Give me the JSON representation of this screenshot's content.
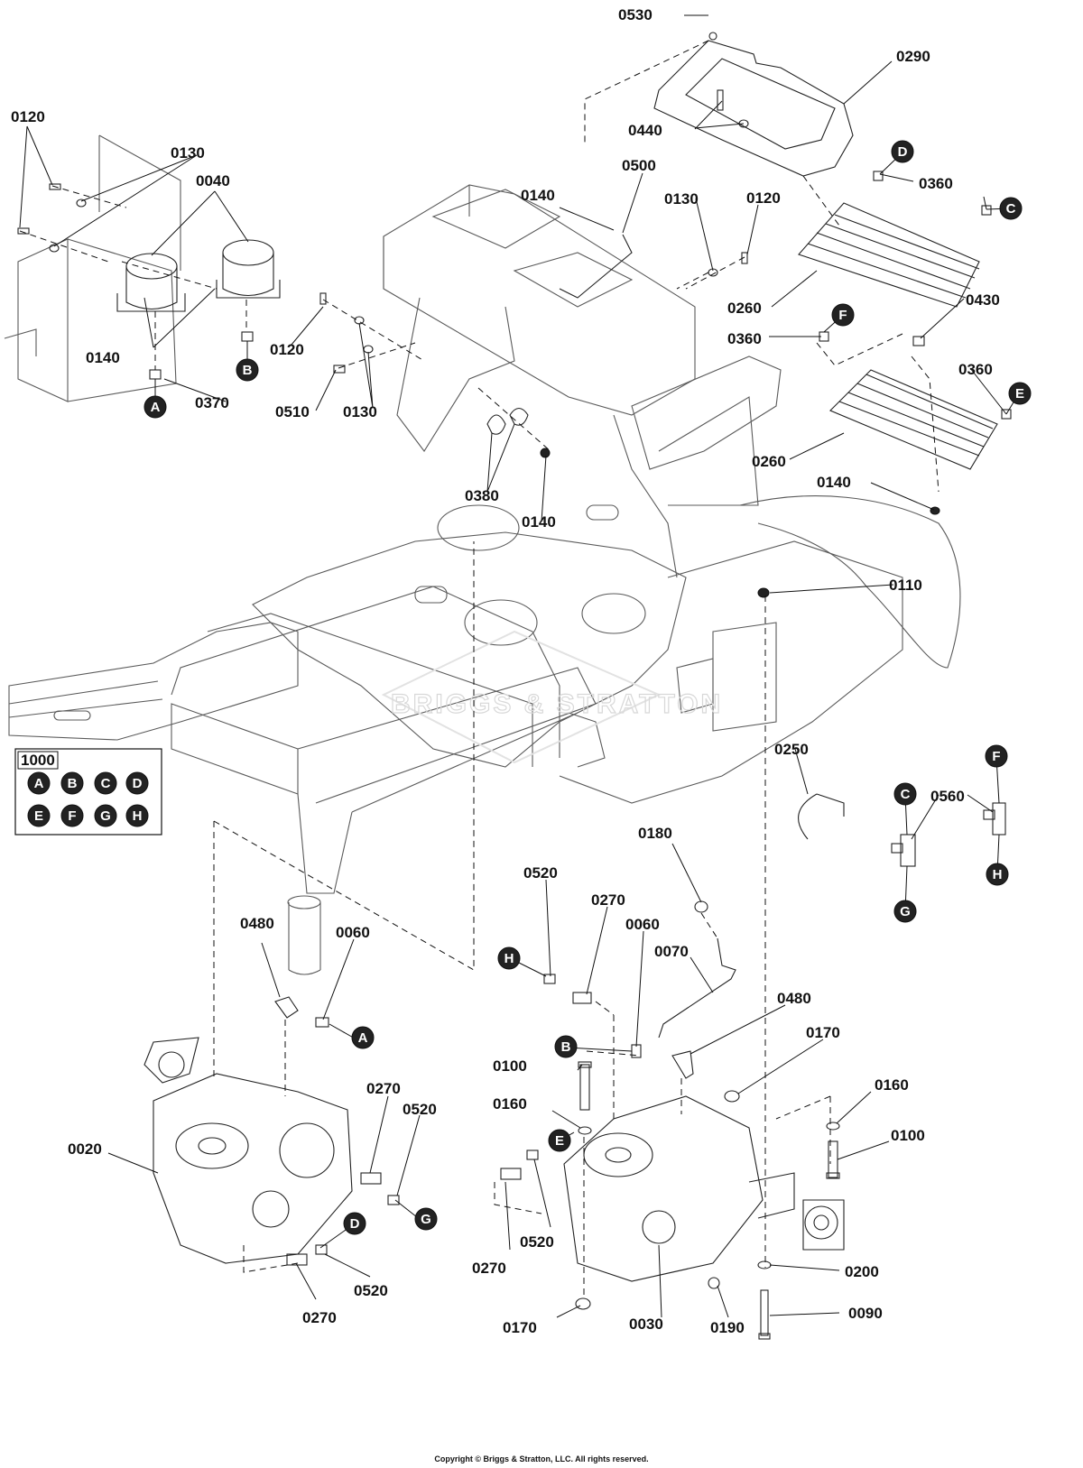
{
  "diagram": {
    "part_labels": [
      "0530",
      "0290",
      "0440",
      "0130",
      "0120",
      "0360",
      "0260",
      "0430",
      "0140",
      "0500",
      "0510",
      "0380",
      "0040",
      "0370",
      "0110",
      "0250",
      "0560",
      "0180",
      "0520",
      "0270",
      "0060",
      "0070",
      "0480",
      "0100",
      "0160",
      "0170",
      "0020",
      "0030",
      "0190",
      "0200",
      "0090"
    ],
    "connector_letters": [
      "A",
      "B",
      "C",
      "D",
      "E",
      "F",
      "G",
      "H"
    ],
    "legend": {
      "title": "1000",
      "items": [
        "A",
        "B",
        "C",
        "D",
        "E",
        "F",
        "G",
        "H"
      ]
    },
    "watermark": "BRIGGS & STRATTON",
    "copyright": "Copyright © Briggs & Stratton, LLC. All rights reserved."
  }
}
